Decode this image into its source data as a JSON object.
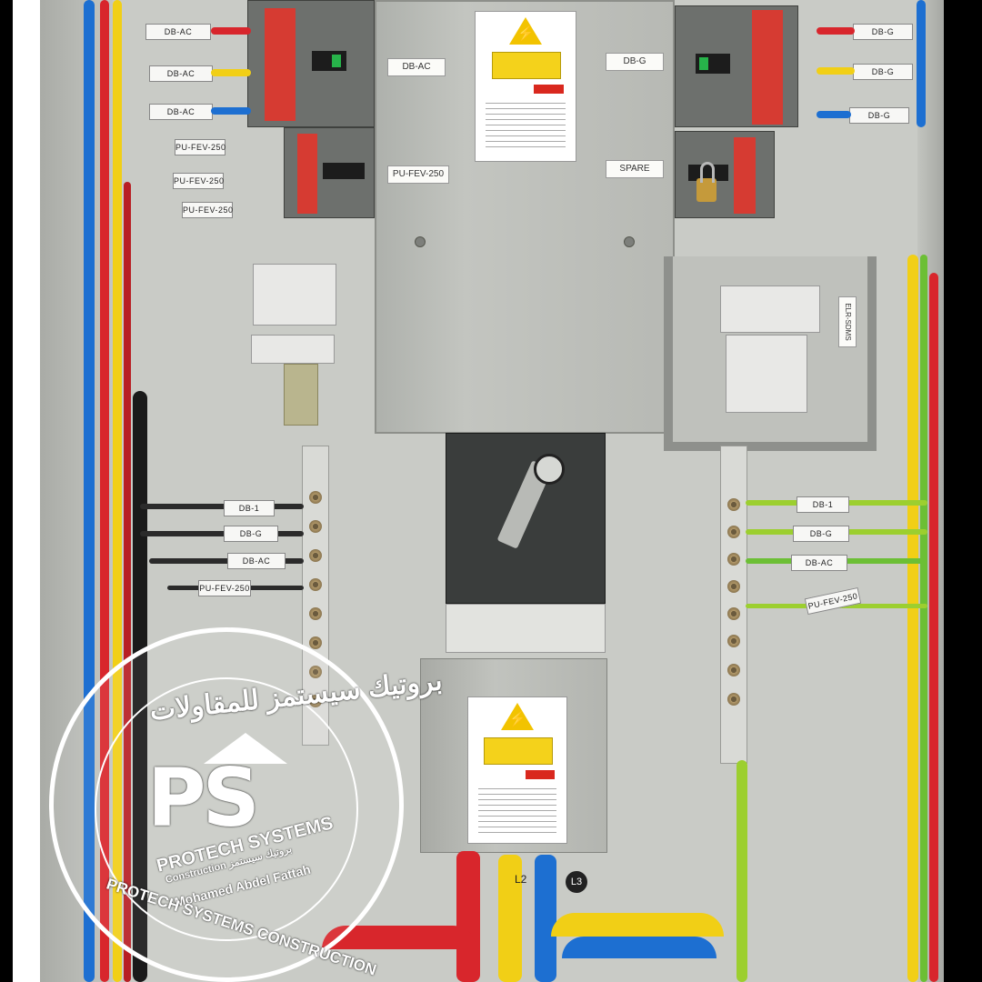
{
  "panel_tags": {
    "top_left_1": "DB-AC",
    "top_left_2": "DB-AC",
    "top_left_3": "DB-AC",
    "top_left_4": "PU-FEV-250",
    "top_left_5": "PU-FEV-250",
    "top_left_6": "PU-FEV-250",
    "top_right_1": "DB-G",
    "top_right_2": "DB-G",
    "top_right_3": "DB-G",
    "earth_left_1": "DB-1",
    "earth_left_2": "DB-G",
    "earth_left_3": "DB-AC",
    "earth_left_4": "PU-FEV-250",
    "earth_right_1": "DB-1",
    "earth_right_2": "DB-G",
    "earth_right_3": "DB-AC",
    "earth_right_4": "PU-FEV-250"
  },
  "cover_labels": {
    "db_ac": "DB-AC",
    "db_g": "DB-G",
    "pu_fev": "PU-FEV-250",
    "spare": "SPARE"
  },
  "side_label": "ELR-SDMS",
  "phase_labels": {
    "l2": "L2",
    "l3": "L3"
  },
  "watermark": {
    "arabic": "بروتيك سيستمز للمقاولات",
    "brand_mark": "PS",
    "company": "PROTECH SYSTEMS",
    "company_sub": "Construction بروتيك سيستمز",
    "person": "Mohamed Abdel Fattah",
    "ring_text": "PROTECH SYSTEMS CONSTRUCTION"
  },
  "colors": {
    "red_wire": "#d8262c",
    "yellow_wire": "#f1cf16",
    "blue_wire": "#1d6fd1",
    "earth_green": "#5fb42e",
    "breaker_red": "#d63b32"
  }
}
